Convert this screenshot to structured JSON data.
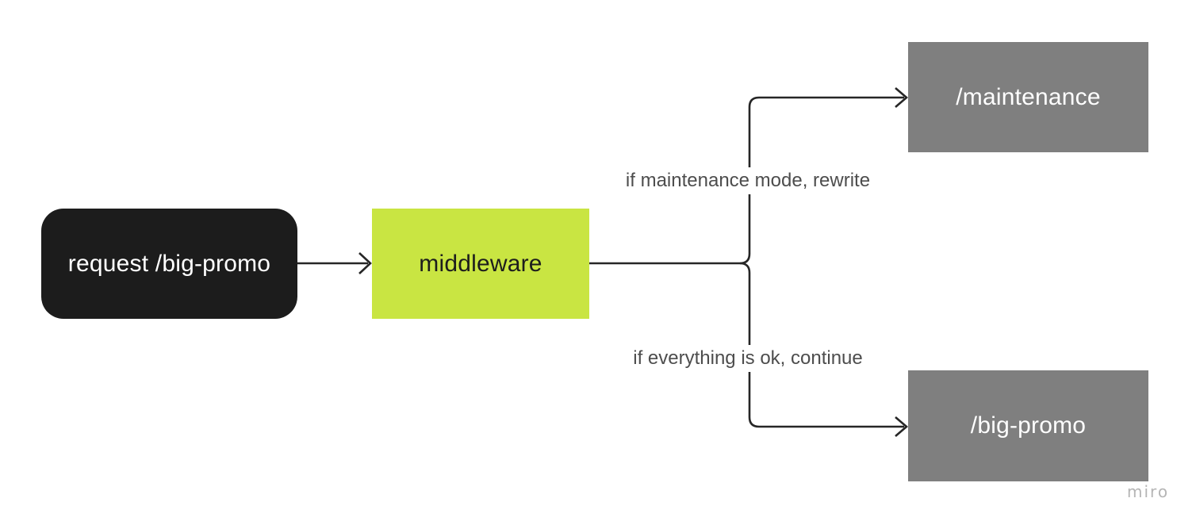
{
  "diagram": {
    "nodes": {
      "request": {
        "label": "request /big-promo",
        "bg": "#1c1c1c",
        "text_color": "#ffffff"
      },
      "middleware": {
        "label": "middleware",
        "bg": "#c9e542",
        "text_color": "#1d1d1d"
      },
      "maintenance": {
        "label": "/maintenance",
        "bg": "#7f7f7f",
        "text_color": "#ffffff"
      },
      "big_promo": {
        "label": "/big-promo",
        "bg": "#7f7f7f",
        "text_color": "#ffffff"
      }
    },
    "edge_labels": {
      "maintenance_branch": "if maintenance mode, rewrite",
      "continue_branch": "if everything is ok, continue"
    },
    "colors": {
      "line": "#262626",
      "edge_label_text": "#4d4d4d",
      "background": "#ffffff",
      "watermark": "#b5b5b5"
    },
    "watermark": "miro"
  }
}
